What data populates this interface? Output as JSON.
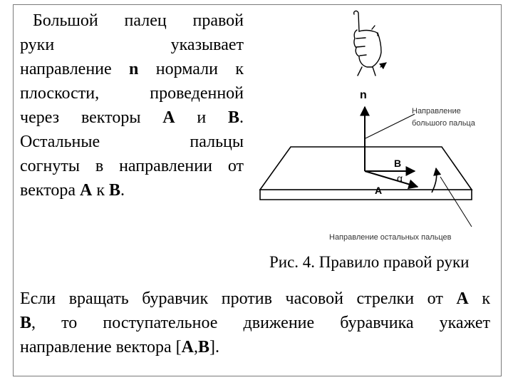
{
  "left_text": {
    "l1": "Большой палец правой",
    "l2a": "руки",
    "l2b": "указывает",
    "l3a": "направление ",
    "l3n": "n",
    "l3b": " нормали к",
    "l4a": "плоскости,",
    "l4b": "проведенной",
    "l5a": "через",
    "l5b": "векторы",
    "l5A": "A",
    "l5c": "и",
    "l5B": "B",
    "l5d": ".",
    "l6a": "Остальные",
    "l6b": "пальцы",
    "l7": "согнуты в направлении от",
    "l8a": "вектора ",
    "l8A": "A",
    "l8b": " к ",
    "l8B": "B",
    "l8c": "."
  },
  "diagram": {
    "n_label": "n",
    "thumb_dir_1": "Направление",
    "thumb_dir_2": "большого пальца",
    "vec_b": "B",
    "vec_a": "A",
    "alpha": "α",
    "fingers_dir": "Направление остальных пальцев"
  },
  "caption": "Рис. 4. Правило правой руки",
  "bottom_text": {
    "l1a": "Если вращать буравчик против часовой стрелки от ",
    "l1A": "A",
    "l1b": " к",
    "l2B": "B",
    "l2a": ", то поступательное движение буравчика укажет",
    "l3a": "направление вектора [",
    "l3A": "A",
    "l3c": ",",
    "l3B": "B",
    "l3d": "]."
  },
  "colors": {
    "border": "#7a7a7a",
    "diagram_stroke": "#000000",
    "diagram_label": "#333333"
  },
  "icons": {
    "hand": "right-hand-thumb-up-icon"
  }
}
